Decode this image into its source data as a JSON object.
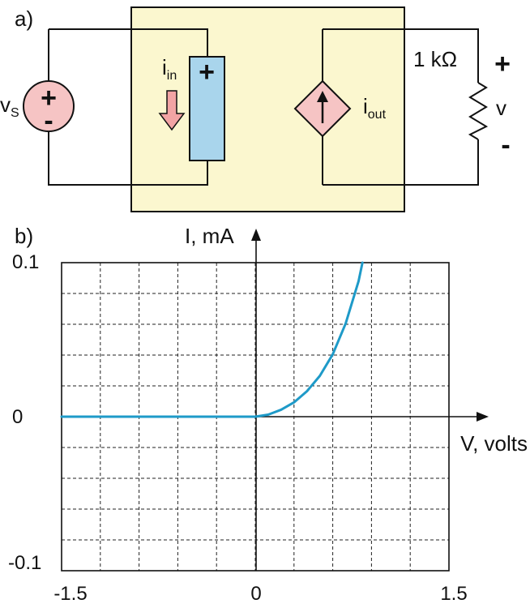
{
  "part_a": {
    "label": "a)",
    "source": {
      "name": "v",
      "subscript": "S",
      "plus": "+",
      "minus": "-"
    },
    "input_port": {
      "plus": "+",
      "current_name": "i",
      "current_subscript": "in"
    },
    "dependent_source": {
      "current_name": "i",
      "current_subscript": "out"
    },
    "load": {
      "value": "1 kΩ",
      "voltage": "v",
      "plus": "+",
      "minus": "-"
    },
    "colors": {
      "box_fill": "#fbf7cf",
      "source_fill": "#f6c4c4",
      "port_fill": "#a9d5ec",
      "arrow_fill": "#f2a4a4"
    }
  },
  "part_b": {
    "label": "b)"
  },
  "chart_data": {
    "type": "line",
    "title": "",
    "xlabel": "V, volts",
    "ylabel": "I, mA",
    "xlim": [
      -1.5,
      1.5
    ],
    "ylim": [
      -0.1,
      0.1
    ],
    "x_tick_labels": [
      "-1.5",
      "0",
      "1.5"
    ],
    "y_tick_labels": [
      "0.1",
      "0",
      "-0.1"
    ],
    "grid": true,
    "line_color": "#1e9ac8",
    "series": [
      {
        "x": [
          -1.5,
          -1.0,
          -0.5,
          0.0,
          0.1,
          0.2,
          0.3,
          0.4,
          0.5,
          0.6,
          0.7,
          0.8,
          0.83
        ],
        "y": [
          0.0,
          0.0,
          0.0,
          0.0,
          0.0013,
          0.0045,
          0.0093,
          0.0165,
          0.0265,
          0.0405,
          0.0605,
          0.088,
          0.1
        ]
      }
    ]
  }
}
